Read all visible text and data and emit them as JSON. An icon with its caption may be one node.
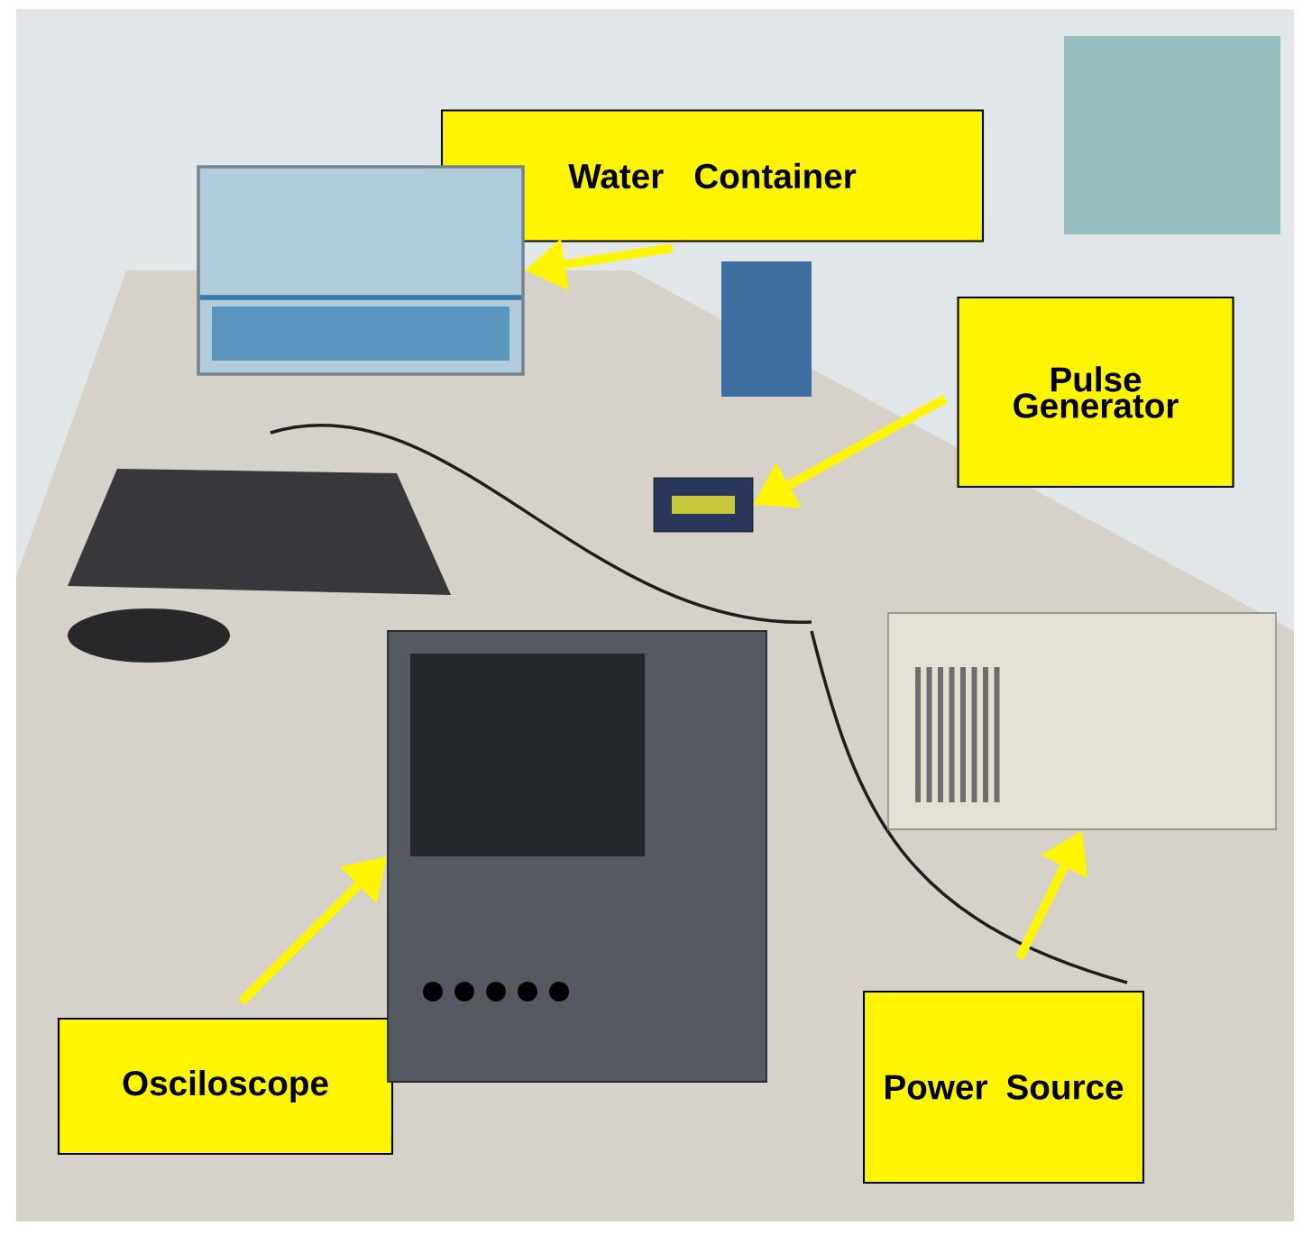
{
  "diagram": {
    "nodes": [
      {
        "text": [
          "Water Container"
        ]
      },
      {
        "text": [],
        "shape": "picture"
      },
      {
        "text": [
          "Pulse Generator"
        ]
      },
      {
        "text": [],
        "shape": "picture"
      },
      {
        "text": [
          "Power Source"
        ]
      },
      {
        "text": [],
        "shape": "picture"
      },
      {
        "text": [
          "Osciloscope"
        ]
      },
      {
        "text": [],
        "shape": "picture"
      }
    ],
    "edges": [
      {
        "from": 0,
        "to": 1,
        "arrow": "to"
      },
      {
        "from": 2,
        "to": 3,
        "arrow": "to"
      },
      {
        "from": 4,
        "to": 5,
        "arrow": "to"
      },
      {
        "from": 6,
        "to": 7,
        "arrow": "to"
      }
    ]
  }
}
